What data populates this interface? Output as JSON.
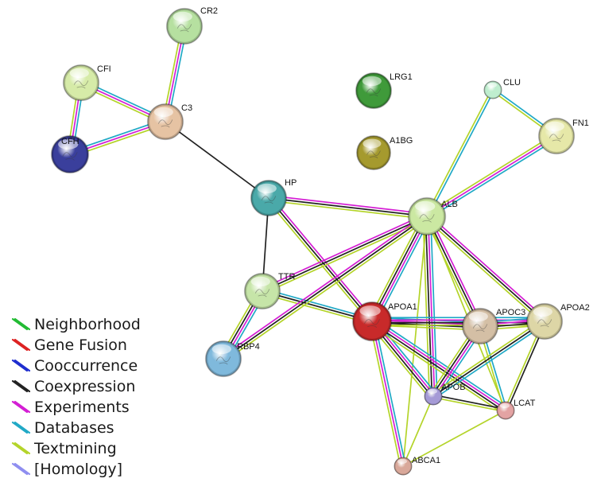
{
  "network": {
    "nodes": [
      {
        "id": "CR2",
        "label": "CR2",
        "color": "#b6e0a0"
      },
      {
        "id": "CFI",
        "label": "CFI",
        "color": "#d6eba8"
      },
      {
        "id": "C3",
        "label": "C3",
        "color": "#e6c3a3"
      },
      {
        "id": "CFH",
        "label": "CFH",
        "color": "#3a3f9c"
      },
      {
        "id": "LRG1",
        "label": "LRG1",
        "color": "#3f9a3a"
      },
      {
        "id": "A1BG",
        "label": "A1BG",
        "color": "#a59a2e"
      },
      {
        "id": "CLU",
        "label": "CLU",
        "color": "#bfeecf"
      },
      {
        "id": "FN1",
        "label": "FN1",
        "color": "#e6e8a8"
      },
      {
        "id": "HP",
        "label": "HP",
        "color": "#4aa9a9"
      },
      {
        "id": "ALB",
        "label": "ALB",
        "color": "#cbe8a2"
      },
      {
        "id": "TTR",
        "label": "TTR",
        "color": "#c6e5a8"
      },
      {
        "id": "RBP4",
        "label": "RBP4",
        "color": "#7fb9dc"
      },
      {
        "id": "APOA1",
        "label": "APOA1",
        "color": "#c82a2a"
      },
      {
        "id": "APOC3",
        "label": "APOC3",
        "color": "#d4bfa5"
      },
      {
        "id": "APOA2",
        "label": "APOA2",
        "color": "#ddd6a6"
      },
      {
        "id": "APOB",
        "label": "APOB",
        "color": "#a59ad6"
      },
      {
        "id": "LCAT",
        "label": "LCAT",
        "color": "#e3a3a3"
      },
      {
        "id": "ABCA1",
        "label": "ABCA1",
        "color": "#d9a89a"
      }
    ],
    "edges": [
      {
        "from": "CR2",
        "to": "C3",
        "evidence": [
          "databases",
          "experiments",
          "textmining"
        ]
      },
      {
        "from": "CFI",
        "to": "C3",
        "evidence": [
          "databases",
          "experiments",
          "textmining"
        ]
      },
      {
        "from": "CFI",
        "to": "CFH",
        "evidence": [
          "databases",
          "experiments",
          "textmining"
        ]
      },
      {
        "from": "CFH",
        "to": "C3",
        "evidence": [
          "databases",
          "experiments",
          "textmining"
        ]
      },
      {
        "from": "C3",
        "to": "HP",
        "evidence": [
          "coexpression"
        ]
      },
      {
        "from": "CLU",
        "to": "FN1",
        "evidence": [
          "databases",
          "textmining"
        ]
      },
      {
        "from": "CLU",
        "to": "ALB",
        "evidence": [
          "databases",
          "textmining"
        ]
      },
      {
        "from": "FN1",
        "to": "ALB",
        "evidence": [
          "databases",
          "experiments",
          "textmining"
        ]
      },
      {
        "from": "HP",
        "to": "ALB",
        "evidence": [
          "experiments",
          "coexpression",
          "textmining"
        ]
      },
      {
        "from": "HP",
        "to": "TTR",
        "evidence": [
          "coexpression"
        ]
      },
      {
        "from": "HP",
        "to": "APOA1",
        "evidence": [
          "experiments",
          "coexpression",
          "textmining"
        ]
      },
      {
        "from": "TTR",
        "to": "ALB",
        "evidence": [
          "experiments",
          "coexpression",
          "textmining"
        ]
      },
      {
        "from": "TTR",
        "to": "RBP4",
        "evidence": [
          "databases",
          "experiments",
          "coexpression",
          "textmining"
        ]
      },
      {
        "from": "TTR",
        "to": "APOA1",
        "evidence": [
          "databases",
          "coexpression",
          "textmining"
        ]
      },
      {
        "from": "RBP4",
        "to": "ALB",
        "evidence": [
          "experiments",
          "coexpression",
          "textmining"
        ]
      },
      {
        "from": "ALB",
        "to": "APOA1",
        "evidence": [
          "databases",
          "experiments",
          "coexpression",
          "textmining"
        ]
      },
      {
        "from": "ALB",
        "to": "APOC3",
        "evidence": [
          "experiments",
          "coexpression",
          "textmining"
        ]
      },
      {
        "from": "ALB",
        "to": "APOA2",
        "evidence": [
          "experiments",
          "coexpression",
          "textmining"
        ]
      },
      {
        "from": "ALB",
        "to": "APOB",
        "evidence": [
          "databases",
          "experiments",
          "coexpression",
          "textmining"
        ]
      },
      {
        "from": "ALB",
        "to": "LCAT",
        "evidence": [
          "textmining"
        ]
      },
      {
        "from": "ALB",
        "to": "ABCA1",
        "evidence": [
          "textmining"
        ]
      },
      {
        "from": "APOA1",
        "to": "APOC3",
        "evidence": [
          "databases",
          "experiments",
          "coexpression",
          "textmining"
        ]
      },
      {
        "from": "APOA1",
        "to": "APOA2",
        "evidence": [
          "databases",
          "experiments",
          "coexpression",
          "textmining"
        ]
      },
      {
        "from": "APOA1",
        "to": "APOB",
        "evidence": [
          "databases",
          "experiments",
          "coexpression",
          "textmining"
        ]
      },
      {
        "from": "APOA1",
        "to": "LCAT",
        "evidence": [
          "databases",
          "experiments",
          "coexpression",
          "textmining"
        ]
      },
      {
        "from": "APOA1",
        "to": "ABCA1",
        "evidence": [
          "databases",
          "experiments",
          "textmining"
        ]
      },
      {
        "from": "APOC3",
        "to": "APOA2",
        "evidence": [
          "databases",
          "experiments",
          "coexpression",
          "textmining"
        ]
      },
      {
        "from": "APOC3",
        "to": "APOB",
        "evidence": [
          "databases",
          "experiments",
          "coexpression",
          "textmining"
        ]
      },
      {
        "from": "APOC3",
        "to": "LCAT",
        "evidence": [
          "databases",
          "textmining"
        ]
      },
      {
        "from": "APOA2",
        "to": "APOB",
        "evidence": [
          "databases",
          "coexpression",
          "textmining"
        ]
      },
      {
        "from": "APOA2",
        "to": "LCAT",
        "evidence": [
          "coexpression",
          "textmining"
        ]
      },
      {
        "from": "APOB",
        "to": "LCAT",
        "evidence": [
          "coexpression",
          "textmining"
        ]
      },
      {
        "from": "APOB",
        "to": "ABCA1",
        "evidence": [
          "textmining"
        ]
      },
      {
        "from": "LCAT",
        "to": "ABCA1",
        "evidence": [
          "textmining"
        ]
      }
    ]
  },
  "legend": {
    "items": [
      {
        "key": "neighborhood",
        "label": "Neighborhood",
        "color": "#22bb33"
      },
      {
        "key": "genefusion",
        "label": "Gene Fusion",
        "color": "#dd2222"
      },
      {
        "key": "cooccurrence",
        "label": "Cooccurrence",
        "color": "#1f2ecf"
      },
      {
        "key": "coexpression",
        "label": "Coexpression",
        "color": "#222222"
      },
      {
        "key": "experiments",
        "label": "Experiments",
        "color": "#d41ed4"
      },
      {
        "key": "databases",
        "label": "Databases",
        "color": "#21a9c6"
      },
      {
        "key": "textmining",
        "label": "Textmining",
        "color": "#b4d42a"
      },
      {
        "key": "homology",
        "label": "[Homology]",
        "color": "#8f8ef0"
      }
    ]
  }
}
